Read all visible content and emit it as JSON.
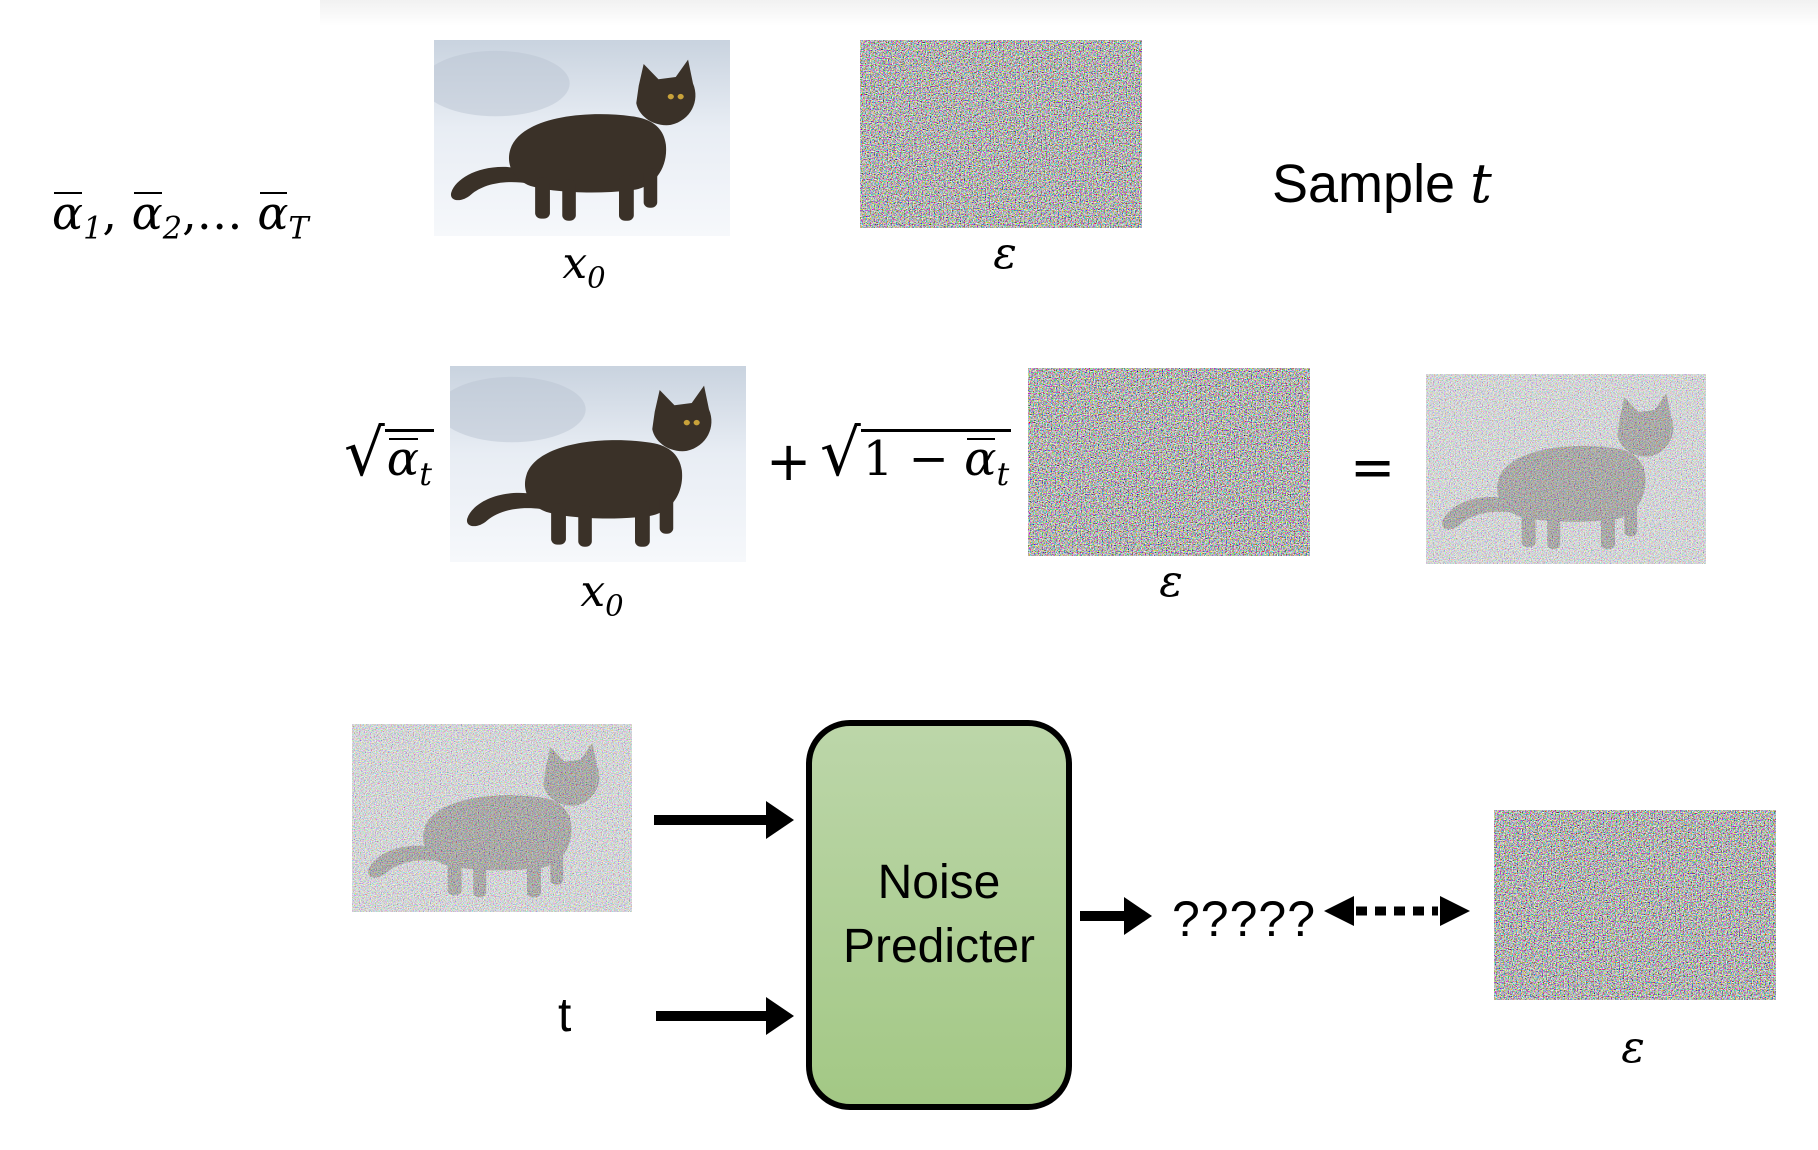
{
  "row1": {
    "alphas_label": "ᾱ₁, ᾱ₂,… ᾱ_T",
    "alpha_1": "α",
    "sub_1": "1",
    "alpha_2": "α",
    "sub_2": "2",
    "dots": ",… ",
    "alpha_T": "α",
    "sub_T": "T",
    "x0_caption": "x",
    "x0_sub": "0",
    "eps_caption": "ε",
    "sample_text": "Sample",
    "sample_var": "t"
  },
  "row2": {
    "alpha": "α",
    "alpha_sub": "t",
    "plus": "+",
    "one_minus": "1 −",
    "alpha2": "α",
    "alpha2_sub": "t",
    "equals": "=",
    "x0_caption": "x",
    "x0_sub": "0",
    "eps_caption": "ε"
  },
  "row3": {
    "t_input_label": "t",
    "predictor_line1": "Noise",
    "predictor_line2": "Predicter",
    "output_label": "?????",
    "eps_caption": "ε"
  },
  "colors": {
    "predictor_fill_top": "#bcd6a9",
    "predictor_fill_bottom": "#a3c885",
    "snow": "#e6ecf4",
    "cat_body": "#3a3128"
  }
}
